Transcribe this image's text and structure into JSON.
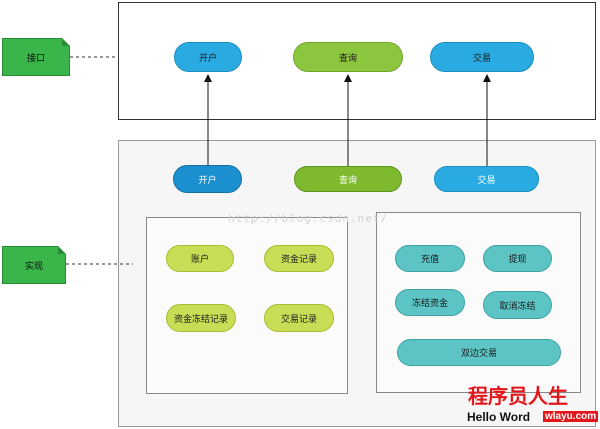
{
  "interface_layer": {
    "note_label": "接口",
    "nodes": [
      {
        "label": "开户",
        "color": "#29abe2"
      },
      {
        "label": "查询",
        "color": "#8cc63f"
      },
      {
        "label": "交易",
        "color": "#29abe2"
      }
    ]
  },
  "implementation_layer": {
    "note_label": "实现",
    "nodes": [
      {
        "label": "开户",
        "color": "#1c8fd0"
      },
      {
        "label": "查询",
        "color": "#7fba2e"
      },
      {
        "label": "交易",
        "color": "#29abe2"
      }
    ],
    "left_group": {
      "items": [
        "账户",
        "资金记录",
        "资金冻结记录",
        "交易记录"
      ],
      "color": "#c9dc55"
    },
    "right_group": {
      "items": [
        "充值",
        "提现",
        "冻结资金",
        "取消冻结",
        "双边交易"
      ],
      "color": "#5cc4c4"
    }
  },
  "watermark": "http://blog.csdn.net/",
  "branding": {
    "title": "程序员人生",
    "subtitle": "Hello Word",
    "site": "wlayu.com"
  }
}
